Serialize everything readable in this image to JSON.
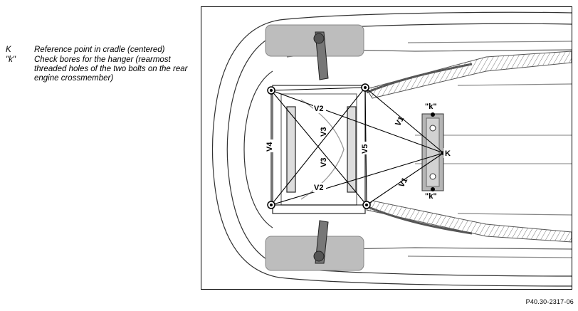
{
  "legend": [
    {
      "key": "K",
      "description": "Reference point in cradle (centered)"
    },
    {
      "key": "\"k\"",
      "description": "Check bores for the hanger (rearmost threaded holes of the two bolts on the rear engine crossmember)"
    }
  ],
  "diagram": {
    "point_labels": {
      "K": "K",
      "k_top": "\"k\"",
      "k_bottom": "\"k\""
    },
    "line_labels": {
      "V1_top": "V1",
      "V1_bottom": "V1",
      "V2_top": "V2",
      "V2_bottom": "V2",
      "V3_top": "V3",
      "V3_bottom": "V3",
      "V4": "V4",
      "V5": "V5"
    }
  },
  "figure_ref": "P40.30-2317-06"
}
